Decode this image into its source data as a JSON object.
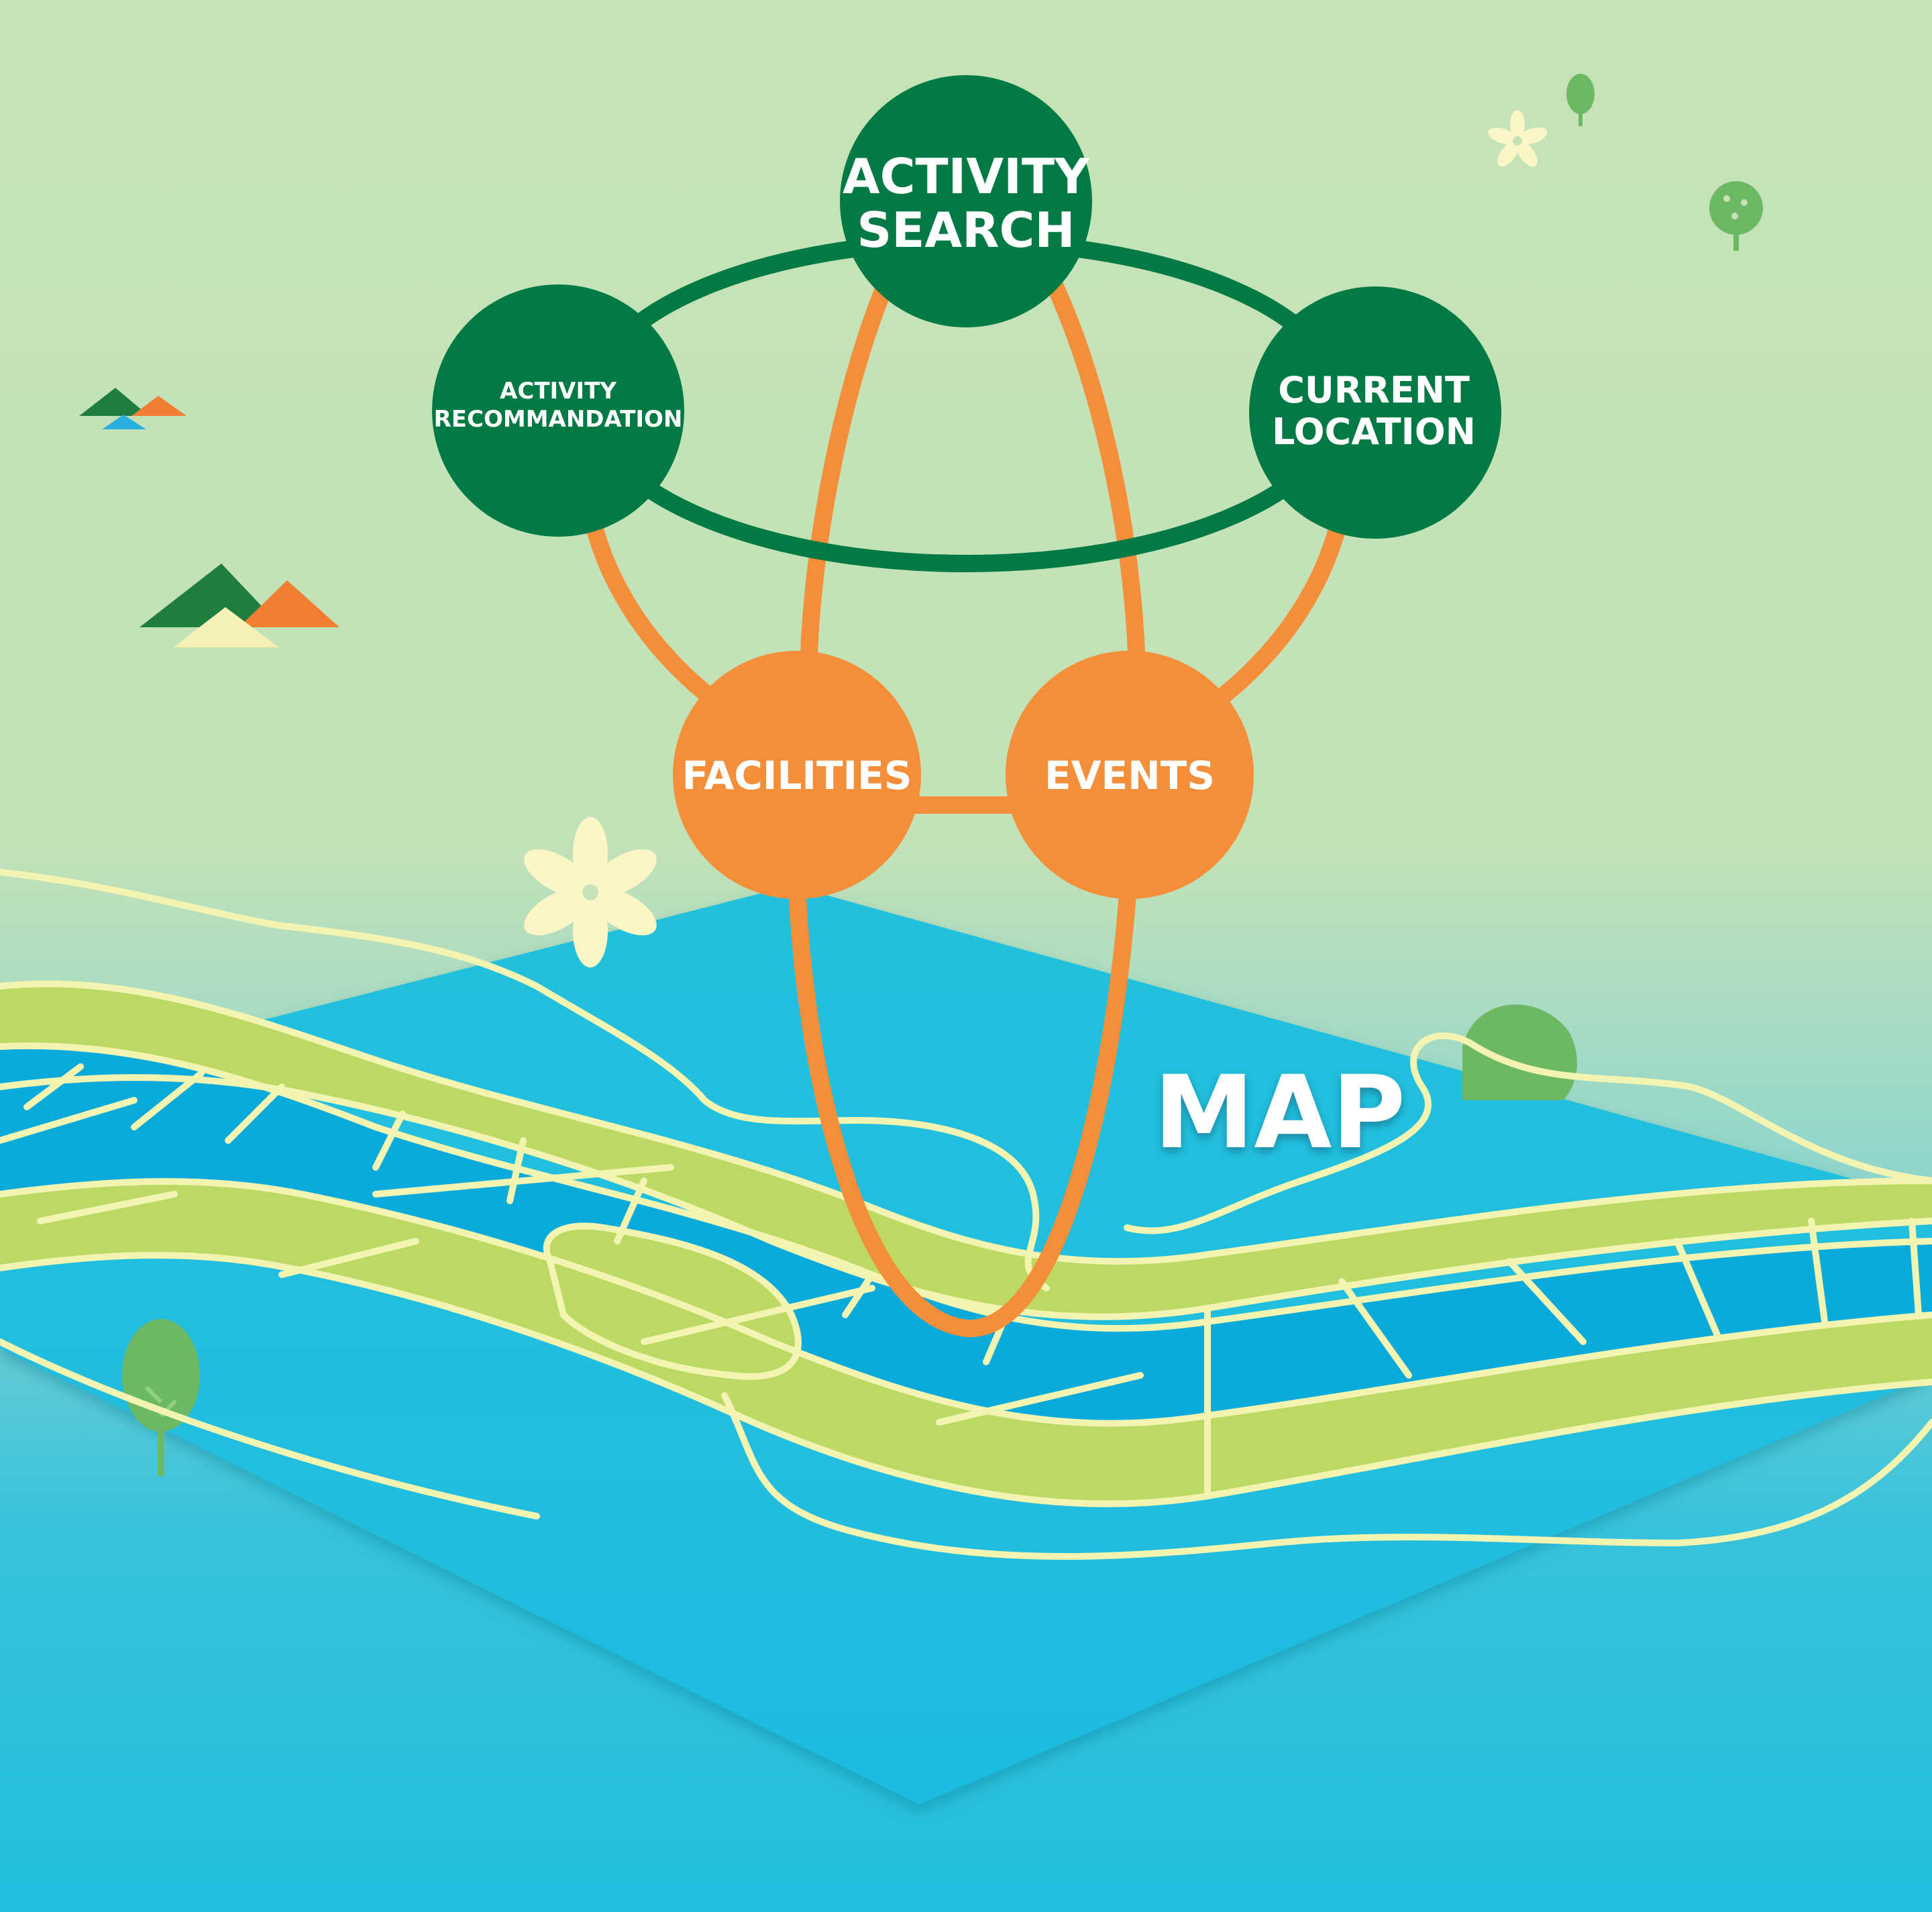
{
  "nodes": {
    "activity_search": [
      "ACTIVITY",
      "SEARCH"
    ],
    "activity_recommendation": [
      "ACTIVITY",
      "RECOMMANDATION"
    ],
    "current_location": [
      "CURRENT",
      "LOCATION"
    ],
    "facilities": [
      "FACILITIES"
    ],
    "events": [
      "EVENTS"
    ]
  },
  "map_label": "MAP",
  "colors": {
    "sky_top": "#c6e3b8",
    "sky_bottom": "#9fd7c4",
    "water": "#23bfdc",
    "map_plane": "#20bde0",
    "river": "#0aaadb",
    "land": "#bcd963",
    "road": "#f4f4b2",
    "dark_green": "#027a43",
    "orange": "#f58e38",
    "tree_green": "#6db864",
    "mountain_green": "#1f7d40",
    "mountain_orange": "#f07f31",
    "mountain_cream": "#f5f0b5",
    "mountain_blue": "#29aee0"
  },
  "icons": [
    "tree-icon",
    "round-tree-icon",
    "daisy-icon",
    "mountains-icon"
  ]
}
